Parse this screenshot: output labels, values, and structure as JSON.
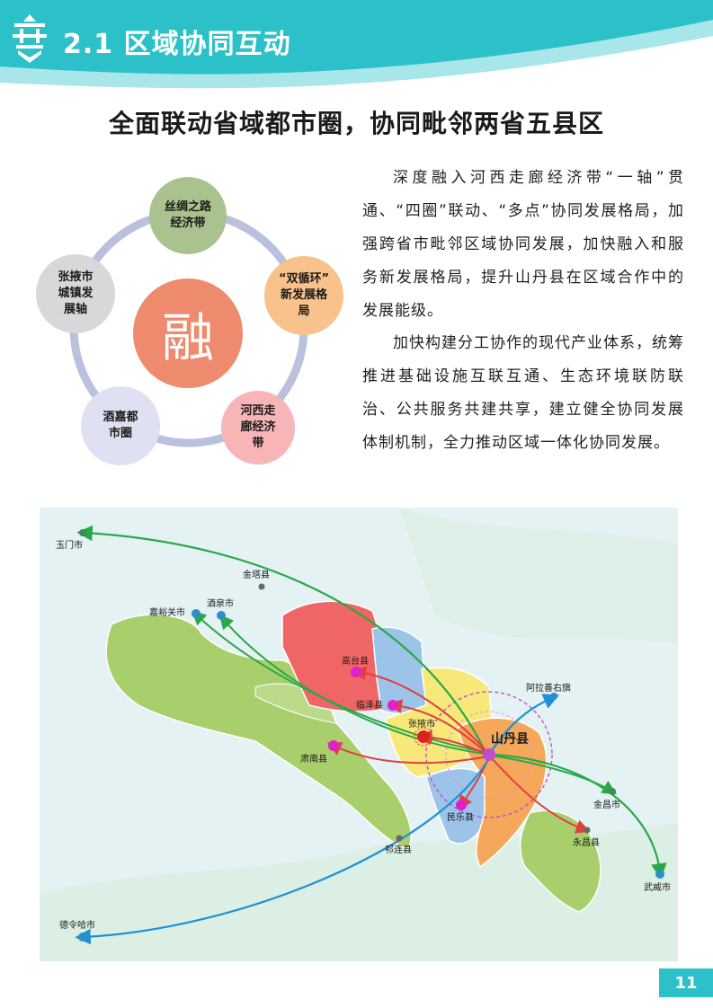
{
  "header": {
    "section_title": "2.1 区域协同互动",
    "colors": {
      "teal": "#2cc1c9",
      "light_teal": "#a8e6ea"
    }
  },
  "headline": "全面联动省域都市圈，协同毗邻两省五县区",
  "diagram": {
    "center_label": "融",
    "center_color": "#ee8a6d",
    "ring_color": "#b9c1dd",
    "nodes": [
      {
        "label": "丝绸之路\n经济带",
        "color": "#a9c28e"
      },
      {
        "label": "“双循环”\n新发展格\n局",
        "color": "#f9c18b"
      },
      {
        "label": "河西走\n廊经济\n带",
        "color": "#f7b5b8"
      },
      {
        "label": "酒嘉都\n市圈",
        "color": "#dfe0f2"
      },
      {
        "label": "张掖市\n城镇发\n展轴",
        "color": "#d8d8d8"
      }
    ]
  },
  "paragraphs": [
    "深度融入河西走廊经济带“一轴”贯通、“四圈”联动、“多点”协同发展格局，加强跨省市毗邻区域协同发展，加快融入和服务新发展格局，提升山丹县在区域合作中的发展能级。",
    "加快构建分工协作的现代产业体系，统筹推进基础设施互联互通、生态环境联防联治、公共服务共建共享，建立健全协同发展体制机制，全力推动区域一体化协同发展。"
  ],
  "map": {
    "center": "山丹县",
    "places": [
      "玉门市",
      "金塔县",
      "嘉峪关市",
      "酒泉市",
      "高台县",
      "临泽县",
      "张掖市",
      "肃南县",
      "民乐县",
      "阿拉善右旗",
      "金昌市",
      "永昌县",
      "武威市",
      "祁连县",
      "德令哈市"
    ],
    "colors": {
      "sea": "#e4f2f4",
      "green_region": "#a9cf6d",
      "red_region": "#f06565",
      "blue_region": "#9cc4e8",
      "yellow_region": "#f6e97a",
      "orange_region": "#f5a75a",
      "arrow_green": "#2aa848",
      "arrow_red": "#e04040",
      "arrow_blue": "#1e90d8"
    }
  },
  "page_number": "11"
}
